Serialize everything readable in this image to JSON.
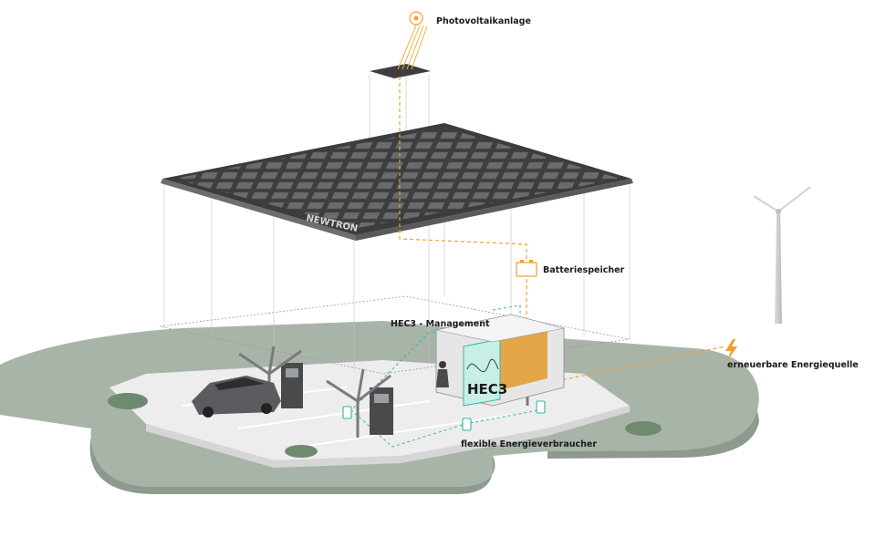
{
  "labels": {
    "photovoltaic": "Photovoltaikanlage",
    "battery_storage": "Batteriespeicher",
    "management": "HEC3 - Management",
    "renewable_source": "erneuerbare Energiequelle",
    "flexible_consumers": "flexible Energieverbraucher"
  },
  "canopy_brand": "NEWTRON",
  "container_brand": "HEC3",
  "colors": {
    "energy_line": "#f0a030",
    "control_line": "#2fb8a0",
    "solar_panel": "#3c3c3e",
    "ground_green": "#a9b5a9",
    "lot_surface": "#ececec"
  },
  "icons": [
    "sun-icon",
    "battery-icon",
    "lightning-icon",
    "charging-plug-icon",
    "wind-turbine-icon"
  ]
}
